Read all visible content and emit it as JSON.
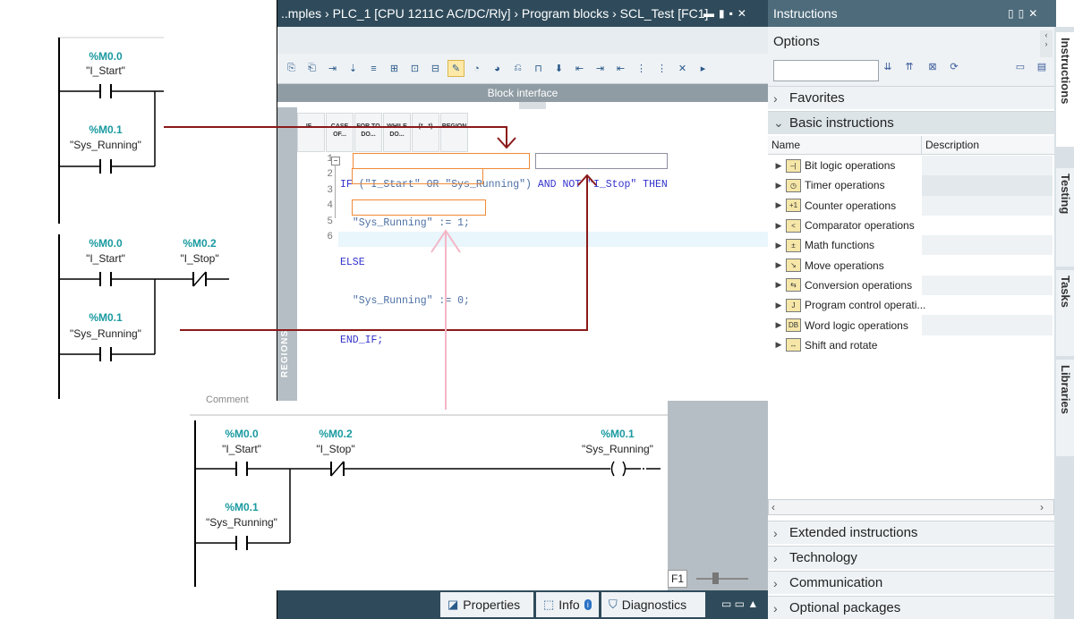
{
  "ide": {
    "title": "..mples › PLC_1 [CPU 1211C AC/DC/Rly] › Program blocks › SCL_Test [FC1]",
    "window_controls": [
      "▬",
      "▮",
      "▪",
      "✕"
    ],
    "block_interface_label": "Block interface",
    "regions_label": "REGIONS",
    "insert_buttons": [
      "IF...",
      "CASE OF...",
      "FOR TO DO...",
      "WHILE DO...",
      "(*...*)",
      "REGION"
    ],
    "line_numbers": [
      "1",
      "2",
      "3",
      "4",
      "5",
      "6"
    ],
    "code": {
      "line1": {
        "kw_if": "IF",
        "paren_expr": "(\"I_Start\" OR \"Sys_Running\")",
        "rest": "AND NOT \"I_Stop\" THEN"
      },
      "line2": "\"Sys_Running\" := 1;",
      "line3": "ELSE",
      "line4": "\"Sys_Running\" := 0;",
      "line5": "END_IF;"
    },
    "zoom_dropdown_value": "F1"
  },
  "bottom_tabs": {
    "properties": "Properties",
    "info": "Info",
    "diagnostics": "Diagnostics"
  },
  "instructions_panel": {
    "header": "Instructions",
    "options_label": "Options",
    "search_value": "",
    "sections": {
      "favorites": "Favorites",
      "basic_instructions": "Basic instructions",
      "extended_instructions": "Extended instructions",
      "technology": "Technology",
      "communication": "Communication",
      "optional_packages": "Optional packages"
    },
    "columns": {
      "name": "Name",
      "description": "Description"
    },
    "tree_items": [
      {
        "label": "Bit logic operations",
        "icon": "bit-logic-icon",
        "glyph": "–|"
      },
      {
        "label": "Timer operations",
        "icon": "timer-icon",
        "glyph": "◷"
      },
      {
        "label": "Counter operations",
        "icon": "counter-icon",
        "glyph": "+1"
      },
      {
        "label": "Comparator operations",
        "icon": "comparator-icon",
        "glyph": "<"
      },
      {
        "label": "Math functions",
        "icon": "math-icon",
        "glyph": "±"
      },
      {
        "label": "Move operations",
        "icon": "move-icon",
        "glyph": "↘"
      },
      {
        "label": "Conversion operations",
        "icon": "conversion-icon",
        "glyph": "⇆"
      },
      {
        "label": "Program control operati...",
        "icon": "program-control-icon",
        "glyph": "J"
      },
      {
        "label": "Word logic operations",
        "icon": "word-logic-icon",
        "glyph": "DB"
      },
      {
        "label": "Shift and rotate",
        "icon": "shift-rotate-icon",
        "glyph": "↔"
      }
    ]
  },
  "side_tabs": [
    "Instructions",
    "Testing",
    "Tasks",
    "Libraries"
  ],
  "ladder": {
    "diagram1": {
      "contact1": {
        "address": "%M0.0",
        "symbol": "\"I_Start\""
      },
      "contact2": {
        "address": "%M0.1",
        "symbol": "\"Sys_Running\""
      }
    },
    "diagram2": {
      "contact1": {
        "address": "%M0.0",
        "symbol": "\"I_Start\""
      },
      "contact2": {
        "address": "%M0.2",
        "symbol": "\"I_Stop\""
      },
      "contact3": {
        "address": "%M0.1",
        "symbol": "\"Sys_Running\""
      }
    },
    "diagram3": {
      "comment_label": "Comment",
      "contact1": {
        "address": "%M0.0",
        "symbol": "\"I_Start\""
      },
      "contact2": {
        "address": "%M0.2",
        "symbol": "\"I_Stop\""
      },
      "contact3": {
        "address": "%M0.1",
        "symbol": "\"Sys_Running\""
      },
      "coil": {
        "address": "%M0.1",
        "symbol": "\"Sys_Running\""
      }
    }
  },
  "colors": {
    "titlebar": "#2f4b5b",
    "accent_orange": "#f08a36",
    "arrow_dark_red": "#8b1a1a",
    "arrow_pink": "#f4b6c6",
    "address_teal": "#1a9aa0"
  }
}
